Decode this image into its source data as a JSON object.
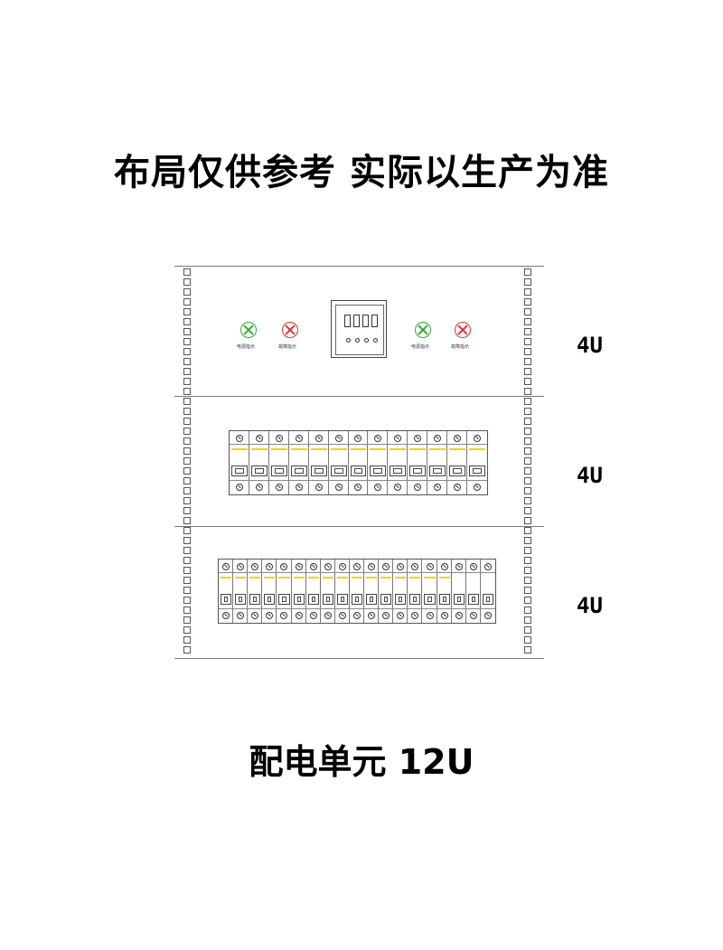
{
  "header": {
    "title": "布局仅供参考 实际以生产为准"
  },
  "footer": {
    "caption": "配电单元 12U"
  },
  "rack": {
    "units": [
      {
        "label": "4U",
        "kind": "indicator-panel"
      },
      {
        "label": "4U",
        "kind": "breaker-panel",
        "breaker_count": 13
      },
      {
        "label": "4U",
        "kind": "breaker-panel",
        "breaker_count": 19,
        "special_count": 3
      }
    ]
  },
  "indicators": [
    {
      "label": "电源指示",
      "color": "#33aa33"
    },
    {
      "label": "故障指示",
      "color": "#dd3333"
    },
    {
      "label": "电源指示",
      "color": "#33aa33"
    },
    {
      "label": "故障指示",
      "color": "#dd3333"
    }
  ]
}
